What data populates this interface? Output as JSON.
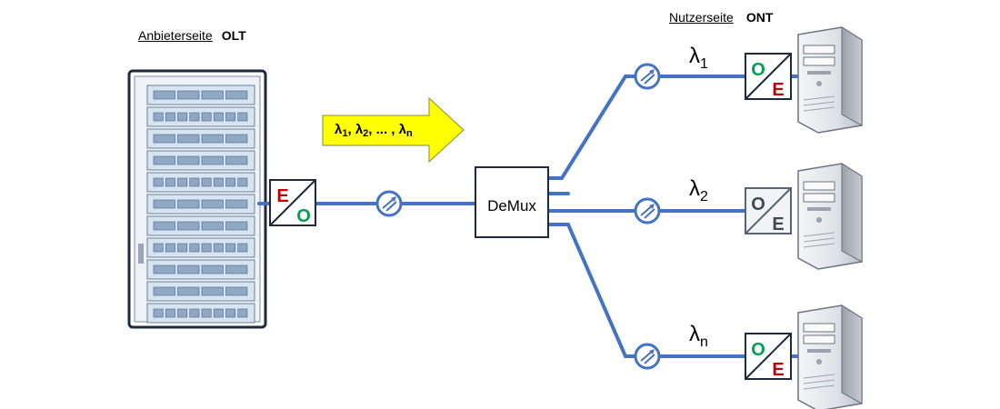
{
  "provider": {
    "label": "Anbieterseite",
    "type": "OLT"
  },
  "user": {
    "label": "Nutzerseite",
    "type": "ONT"
  },
  "converter_olt": {
    "top": "E",
    "bottom": "O"
  },
  "converter_ont": {
    "top": "O",
    "bottom": "E"
  },
  "demux": "DeMux",
  "signal_arrow": {
    "lambda": "λ",
    "parts": [
      {
        "sub": "1",
        "after": ", "
      },
      {
        "sub": "2",
        "after": ", ... , "
      },
      {
        "sub": "n",
        "after": ""
      }
    ]
  },
  "branches": [
    {
      "lambda": "λ",
      "sub": "1"
    },
    {
      "lambda": "λ",
      "sub": "2"
    },
    {
      "lambda": "λ",
      "sub": "n"
    }
  ],
  "colors": {
    "fiber": "#4472c4",
    "arrow_fill": "#ffff00",
    "red": "#c00000",
    "green": "#00a050",
    "gray_letters": "#404855",
    "rack_outline": "#1f2a3d"
  },
  "icons": [
    "server-rack-icon",
    "splitter-coupler-icon",
    "pc-tower-icon"
  ]
}
